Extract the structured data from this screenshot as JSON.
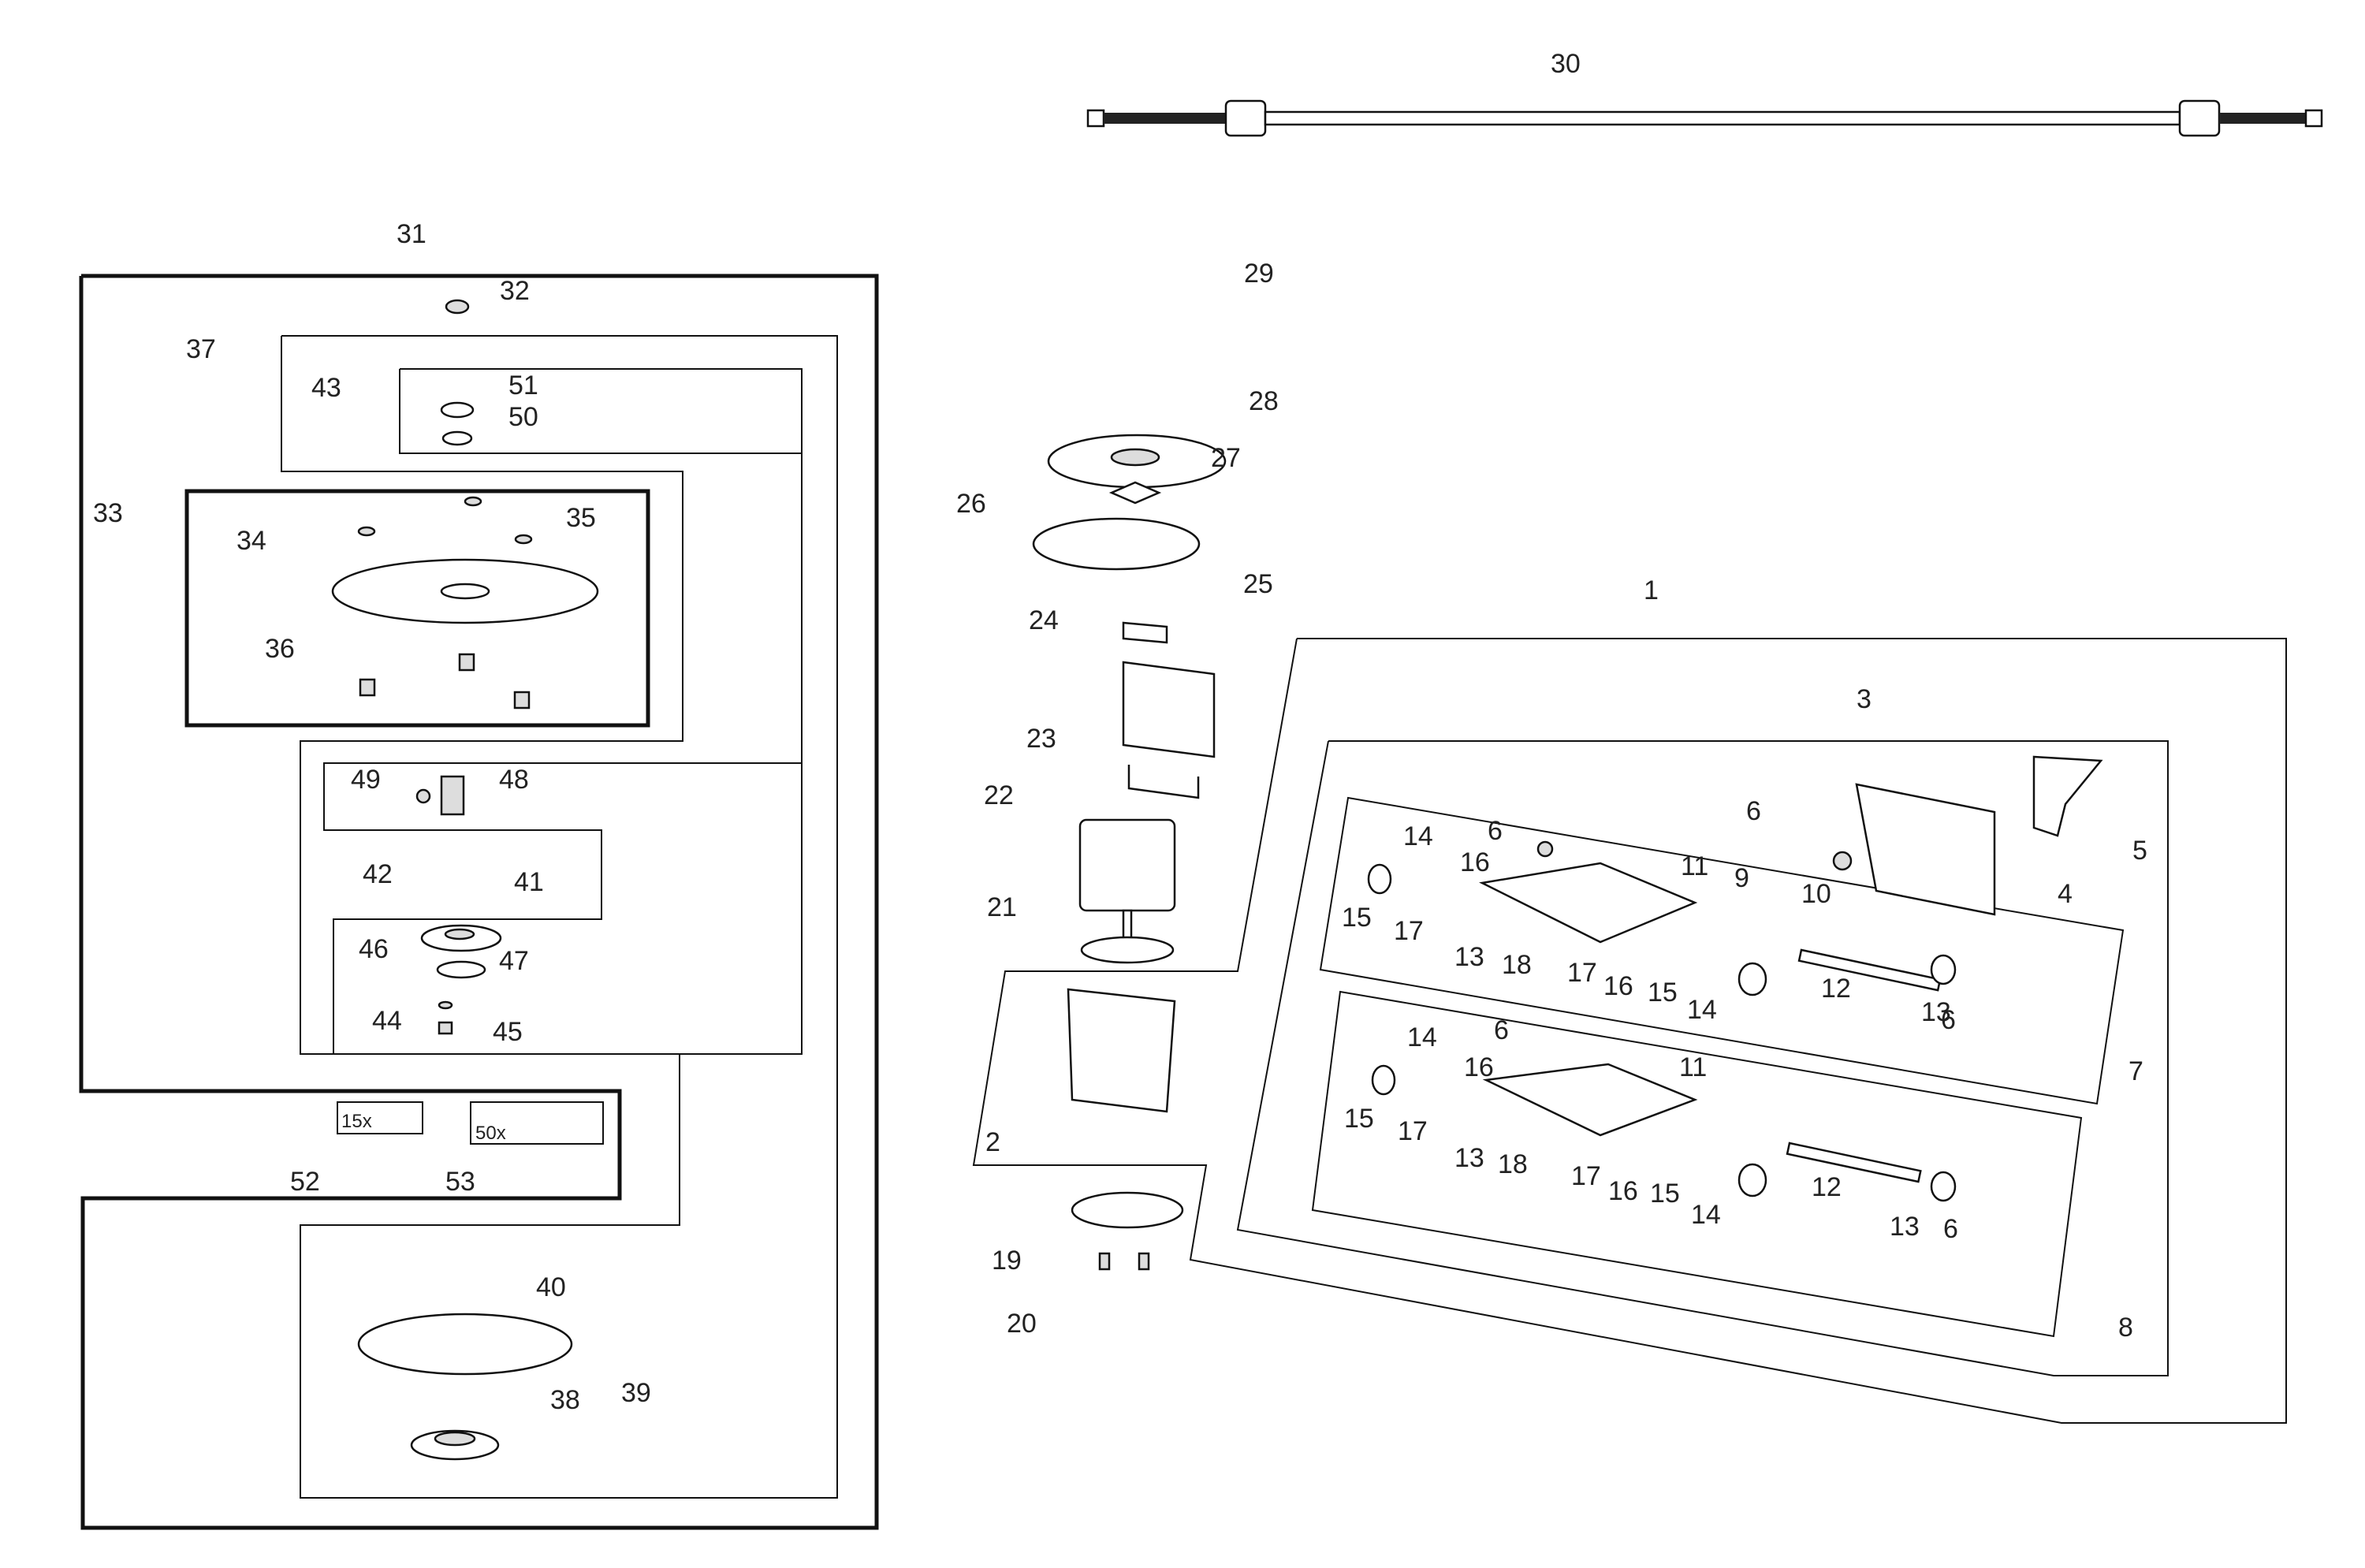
{
  "diagram": {
    "type": "exploded-parts-diagram",
    "callouts": [
      "1",
      "2",
      "3",
      "4",
      "5",
      "6",
      "7",
      "8",
      "9",
      "10",
      "11",
      "12",
      "13",
      "14",
      "15",
      "16",
      "17",
      "18",
      "19",
      "20",
      "21",
      "22",
      "23",
      "24",
      "25",
      "26",
      "27",
      "28",
      "29",
      "30",
      "31",
      "32",
      "33",
      "34",
      "35",
      "36",
      "37",
      "38",
      "39",
      "40",
      "41",
      "42",
      "43",
      "44",
      "45",
      "46",
      "47",
      "48",
      "49",
      "50",
      "51",
      "52",
      "53"
    ],
    "kit_labels": {
      "k52": "15x",
      "k53": "50x"
    }
  }
}
